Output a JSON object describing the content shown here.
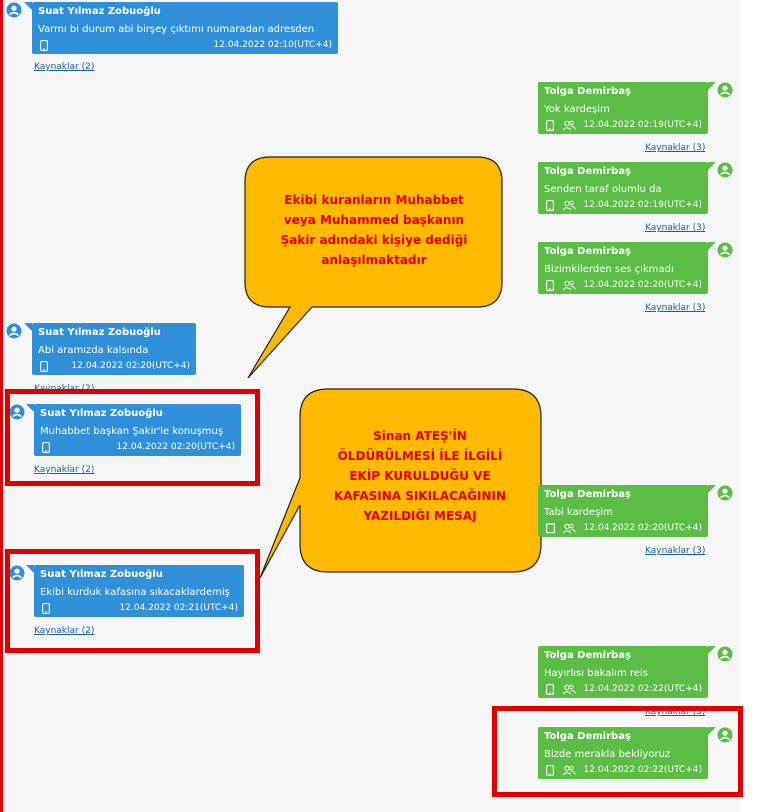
{
  "sources_left": "Kaynaklar (2)",
  "sources_right": "Kaynaklar (3)",
  "colors": {
    "left_bubble": "#2f8fd8",
    "right_bubble": "#5cbd46",
    "callout_fill": "#ffba00",
    "callout_text": "#e30000",
    "highlight_box": "#e00000",
    "source_link": "#1b5fa8"
  },
  "messages": [
    {
      "sender": "Suat Yılmaz Zobuoğlu",
      "text": "Varmı bi durum abi birşey çıktımı numaradan adresden",
      "time": "12.04.2022 02:10(UTC+4)",
      "side": "left"
    },
    {
      "sender": "Tolga Demirbaş",
      "text": "Yok kardeşim",
      "time": "12.04.2022 02:19(UTC+4)",
      "side": "right"
    },
    {
      "sender": "Tolga Demirbaş",
      "text": "Senden taraf olumlu da",
      "time": "12.04.2022 02:19(UTC+4)",
      "side": "right"
    },
    {
      "sender": "Tolga Demirbaş",
      "text": "Bizimkilerden ses çıkmadı",
      "time": "12.04.2022 02:20(UTC+4)",
      "side": "right"
    },
    {
      "sender": "Suat Yılmaz Zobuoğlu",
      "text": "Abi aramızda kalsında",
      "time": "12.04.2022 02:20(UTC+4)",
      "side": "left"
    },
    {
      "sender": "Suat Yılmaz Zobuoğlu",
      "text": "Muhabbet başkan Şakir'le konuşmuş",
      "time": "12.04.2022 02:20(UTC+4)",
      "side": "left"
    },
    {
      "sender": "Tolga Demirbaş",
      "text": "Tabi kardeşim",
      "time": "12.04.2022 02:20(UTC+4)",
      "side": "right"
    },
    {
      "sender": "Suat Yılmaz Zobuoğlu",
      "text": "Ekibi kurduk kafasına sıkacaklardemiş",
      "time": "12.04.2022 02:21(UTC+4)",
      "side": "left"
    },
    {
      "sender": "Tolga Demirbaş",
      "text": "Hayırlısı bakalım reis",
      "time": "12.04.2022 02:22(UTC+4)",
      "side": "right"
    },
    {
      "sender": "Tolga Demirbaş",
      "text": "Bizde merakla bekliyoruz",
      "time": "12.04.2022 02:22(UTC+4)",
      "side": "right"
    }
  ],
  "callouts": [
    {
      "lines": [
        "Ekibi kuranların Muhabbet",
        "veya Muhammed başkanın",
        "Şakir adındaki kişiye dediği",
        "anlaşılmaktadır"
      ]
    },
    {
      "lines": [
        "Sinan ATEŞ'İN",
        "ÖLDÜRÜLMESİ İLE İLGİLİ",
        "EKİP KURULDUĞU VE",
        "KAFASINA SIKILACAĞININ",
        "YAZILDIĞI MESAJ"
      ]
    }
  ]
}
